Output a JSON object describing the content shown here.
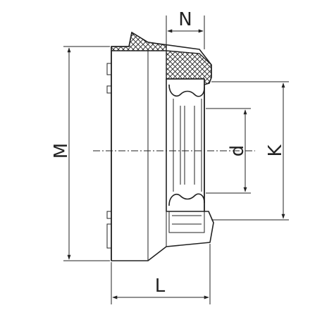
{
  "diagram": {
    "labels": {
      "n": "N",
      "m": "M",
      "d": "d",
      "k": "K",
      "l": "L"
    },
    "colors": {
      "stroke": "#222222",
      "background": "#ffffff"
    }
  }
}
